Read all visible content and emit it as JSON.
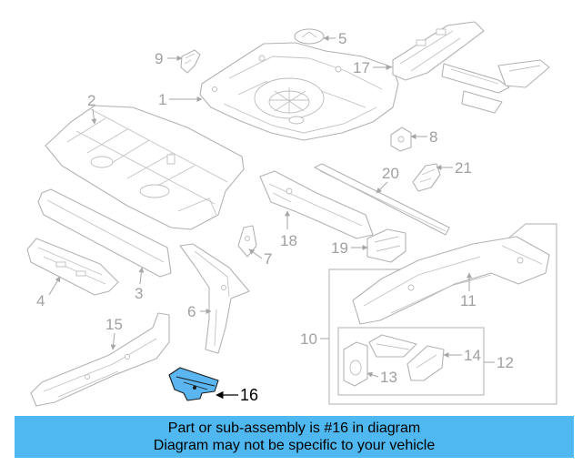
{
  "diagram": {
    "callouts": {
      "c1": "1",
      "c2": "2",
      "c3": "3",
      "c4": "4",
      "c5": "5",
      "c6": "6",
      "c7": "7",
      "c8": "8",
      "c9": "9",
      "c10": "10",
      "c11": "11",
      "c12": "12",
      "c13": "13",
      "c14": "14",
      "c15": "15",
      "c16": "16",
      "c17": "17",
      "c18": "18",
      "c19": "19",
      "c20": "20",
      "c21": "21"
    },
    "highlighted_part": "16",
    "highlight_color": "#5ab5f0"
  },
  "banner": {
    "line1": "Part or sub-assembly is #16 in diagram",
    "line2": "Diagram may not be specific to your vehicle",
    "background": "#4fb8f1"
  }
}
